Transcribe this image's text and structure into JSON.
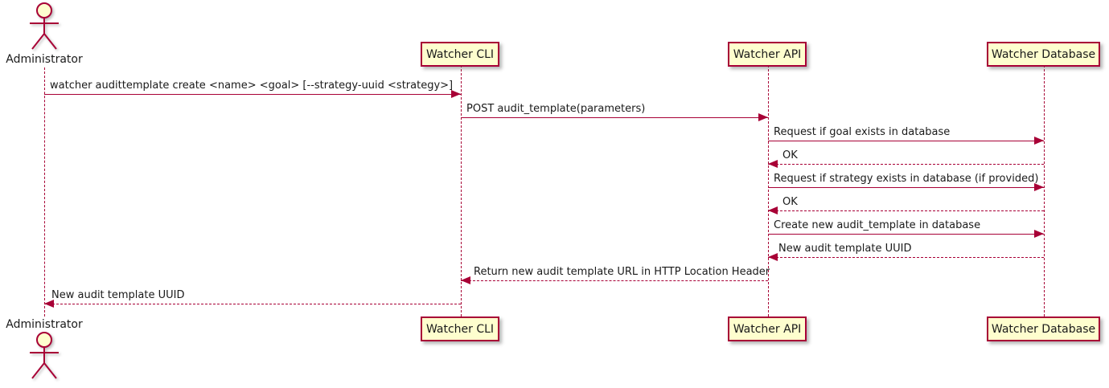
{
  "diagram_type": "sequence",
  "colors": {
    "accent": "#A80036",
    "participant_fill": "#FEFECE",
    "text": "#1a1a1a",
    "background": "#FFFFFF"
  },
  "actor": {
    "label": "Administrator"
  },
  "participants": [
    {
      "label": "Watcher CLI"
    },
    {
      "label": "Watcher API"
    },
    {
      "label": "Watcher Database"
    }
  ],
  "messages": [
    {
      "text": "watcher audittemplate create <name> <goal> [--strategy-uuid <strategy>]",
      "from": "Administrator",
      "to": "Watcher CLI",
      "line": "solid"
    },
    {
      "text": "POST audit_template(parameters)",
      "from": "Watcher CLI",
      "to": "Watcher API",
      "line": "solid"
    },
    {
      "text": "Request if goal exists in database",
      "from": "Watcher API",
      "to": "Watcher Database",
      "line": "solid"
    },
    {
      "text": "OK",
      "from": "Watcher Database",
      "to": "Watcher API",
      "line": "dashed"
    },
    {
      "text": "Request if strategy exists in database (if provided)",
      "from": "Watcher API",
      "to": "Watcher Database",
      "line": "solid"
    },
    {
      "text": "OK",
      "from": "Watcher Database",
      "to": "Watcher API",
      "line": "dashed"
    },
    {
      "text": "Create new audit_template in database",
      "from": "Watcher API",
      "to": "Watcher Database",
      "line": "solid"
    },
    {
      "text": "New audit template UUID",
      "from": "Watcher Database",
      "to": "Watcher API",
      "line": "dashed"
    },
    {
      "text": "Return new audit template URL in HTTP Location Header",
      "from": "Watcher API",
      "to": "Watcher CLI",
      "line": "dashed"
    },
    {
      "text": "New audit template UUID",
      "from": "Watcher CLI",
      "to": "Administrator",
      "line": "dashed"
    }
  ]
}
